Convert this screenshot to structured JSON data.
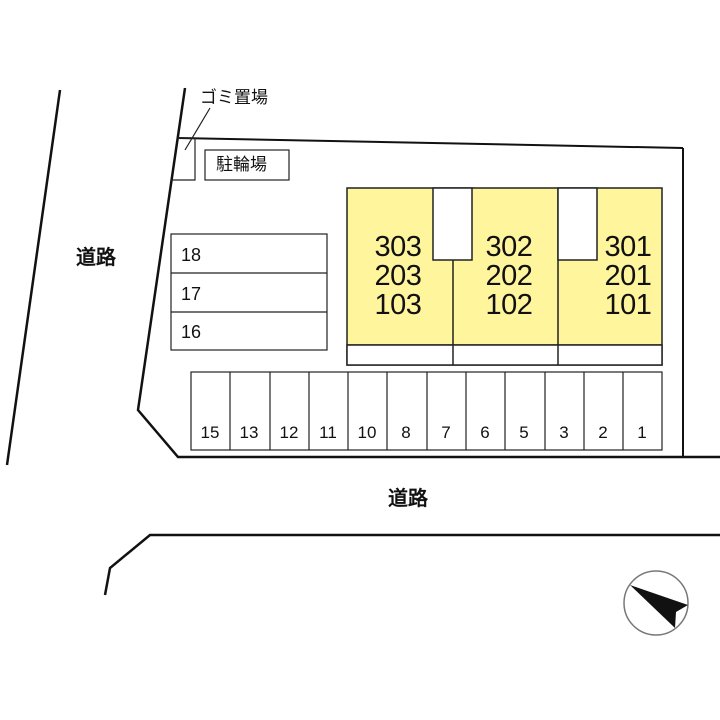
{
  "labels": {
    "road_left": "道路",
    "road_bottom": "道路",
    "garbage": "ゴミ置場",
    "bicycle_parking": "駐輪場"
  },
  "building": {
    "fill_color": "#FFF59D",
    "units": [
      {
        "floors": [
          "303",
          "203",
          "103"
        ]
      },
      {
        "floors": [
          "302",
          "202",
          "102"
        ]
      },
      {
        "floors": [
          "301",
          "201",
          "101"
        ]
      }
    ]
  },
  "parking_left": [
    "18",
    "17",
    "16"
  ],
  "parking_bottom": [
    "15",
    "13",
    "12",
    "11",
    "10",
    "8",
    "7",
    "6",
    "5",
    "3",
    "2",
    "1"
  ],
  "compass": {
    "icon": "north-arrow-icon",
    "direction": "pointing lower-right"
  }
}
